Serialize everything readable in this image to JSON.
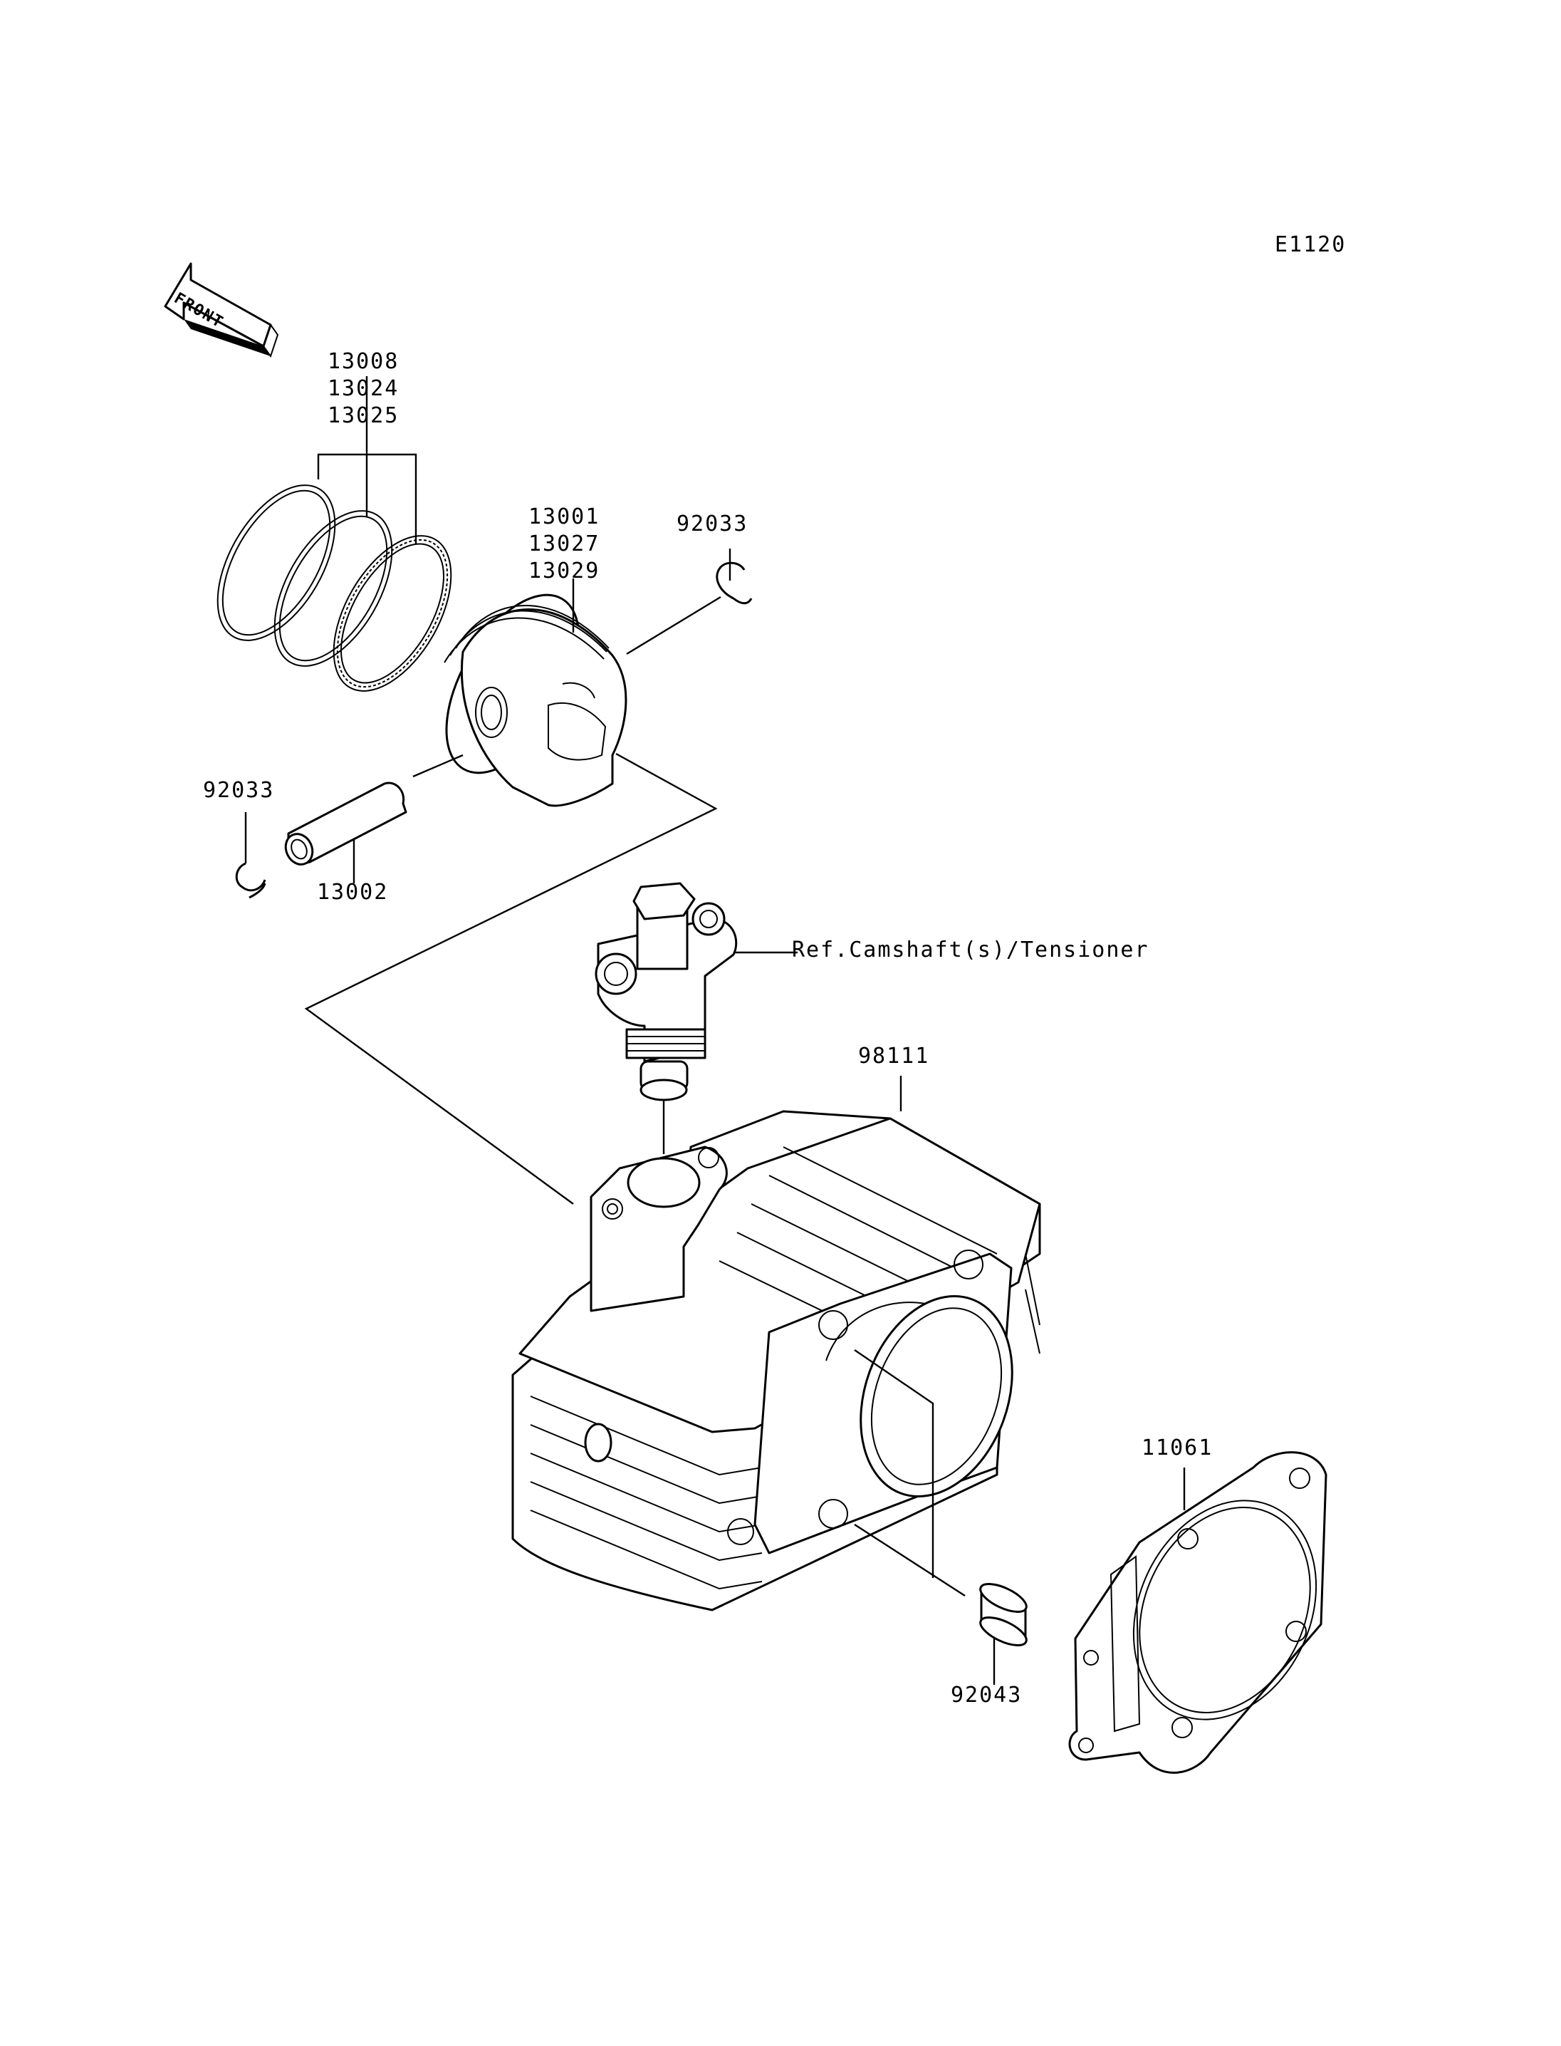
{
  "diagram_code": "E1120",
  "front_label": "FRONT",
  "callouts": {
    "rings": [
      "13008",
      "13024",
      "13025"
    ],
    "piston": [
      "13001",
      "13027",
      "13029"
    ],
    "clip_right": "92033",
    "clip_left": "92033",
    "pin": "13002",
    "tensioner_ref": "Ref.Camshaft(s)/Tensioner",
    "cylinder": "98111",
    "gasket": "11061",
    "dowel": "92043"
  }
}
